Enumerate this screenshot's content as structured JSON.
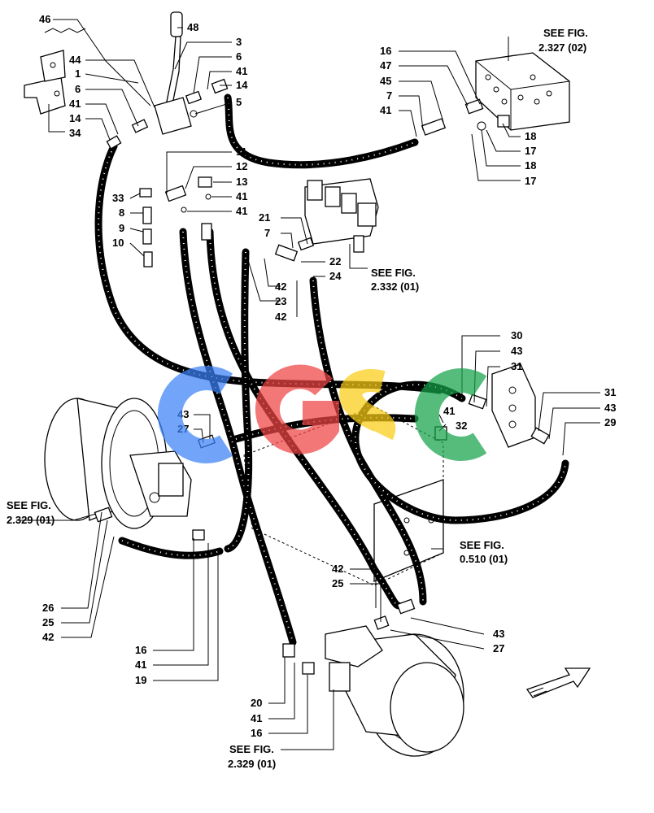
{
  "callouts": {
    "c1": "1",
    "c3": "3",
    "c5": "5",
    "c6": "6",
    "c7": "7",
    "c8": "8",
    "c9": "9",
    "c10": "10",
    "c11": "11",
    "c12": "12",
    "c13": "13",
    "c14": "14",
    "c16": "16",
    "c17": "17",
    "c18": "18",
    "c19": "19",
    "c20": "20",
    "c21": "21",
    "c22": "22",
    "c23": "23",
    "c24": "24",
    "c25": "25",
    "c26": "26",
    "c27": "27",
    "c29": "29",
    "c30": "30",
    "c31": "31",
    "c32": "32",
    "c33": "33",
    "c34": "34",
    "c41": "41",
    "c42": "42",
    "c43": "43",
    "c44": "44",
    "c45": "45",
    "c46": "46",
    "c47": "47",
    "c48": "48"
  },
  "see_fig": {
    "f2327": {
      "line1": "SEE FIG.",
      "line2": "2.327 (02)"
    },
    "f2332": {
      "line1": "SEE FIG.",
      "line2": "2.332 (01)"
    },
    "f2329_left": {
      "line1": "SEE FIG.",
      "line2": "2.329 (01)"
    },
    "f0510": {
      "line1": "SEE FIG.",
      "line2": "0.510 (01)"
    },
    "f2329_bottom": {
      "line1": "SEE FIG.",
      "line2": "2.329 (01)"
    }
  },
  "watermark": {
    "text": "CGSC",
    "colors": {
      "c1": "#3b82f6",
      "g": "#ef4444",
      "s": "#facc15",
      "c2": "#16a34a"
    }
  }
}
